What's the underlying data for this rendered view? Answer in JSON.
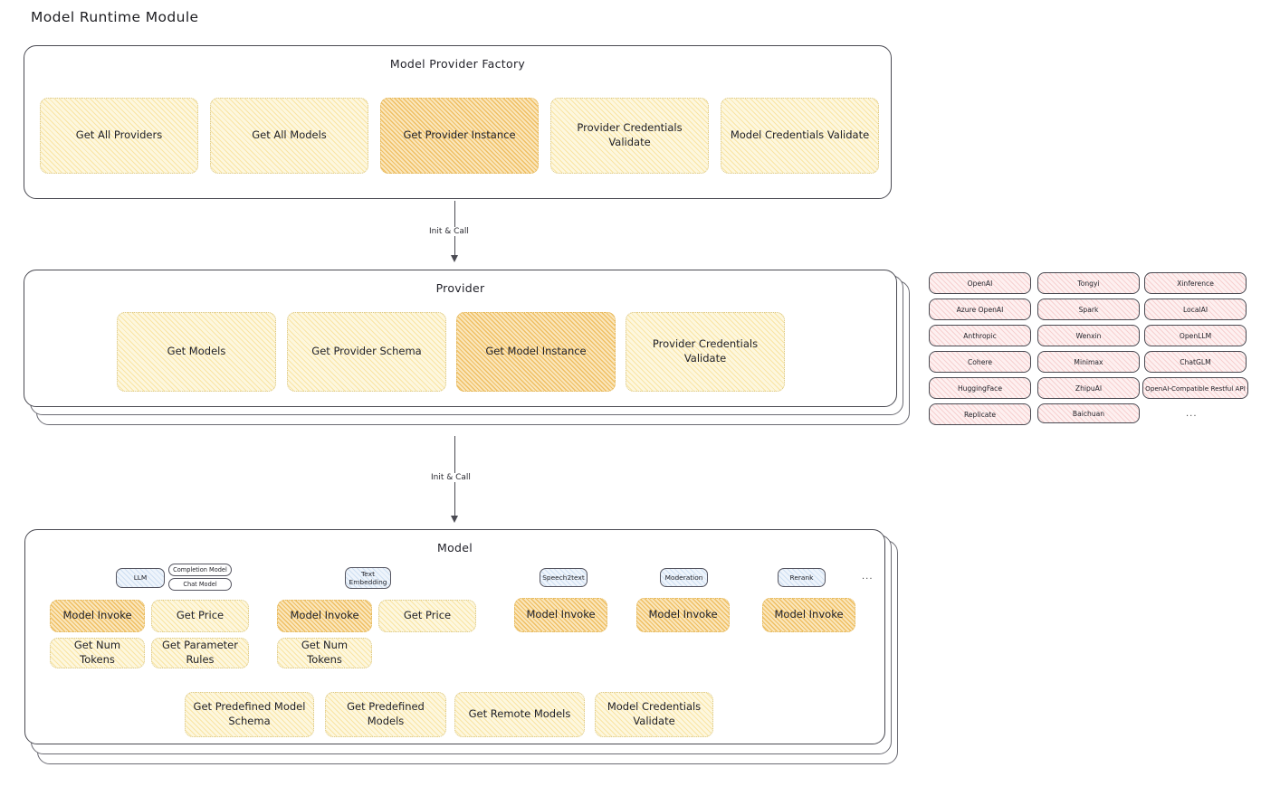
{
  "title": "Model Runtime Module",
  "arrows": [
    {
      "label": "Init & Call"
    },
    {
      "label": "Init & Call"
    }
  ],
  "factory": {
    "title": "Model Provider Factory",
    "boxes": [
      {
        "label": "Get All Providers",
        "highlight": false
      },
      {
        "label": "Get All Models",
        "highlight": false
      },
      {
        "label": "Get Provider Instance",
        "highlight": true
      },
      {
        "label": "Provider Credentials Validate",
        "highlight": false
      },
      {
        "label": "Model Credentials Validate",
        "highlight": false
      }
    ]
  },
  "provider": {
    "title": "Provider",
    "boxes": [
      {
        "label": "Get Models",
        "highlight": false
      },
      {
        "label": "Get Provider Schema",
        "highlight": false
      },
      {
        "label": "Get Model Instance",
        "highlight": true
      },
      {
        "label": "Provider Credentials Validate",
        "highlight": false
      }
    ]
  },
  "provider_list": {
    "ellipsis": "...",
    "columns": [
      [
        "OpenAI",
        "Azure OpenAI",
        "Anthropic",
        "Cohere",
        "HuggingFace",
        "Replicate"
      ],
      [
        "Tongyi",
        "Spark",
        "Wenxin",
        "Minimax",
        "ZhipuAI",
        "Baichuan"
      ],
      [
        "Xinference",
        "LocalAI",
        "OpenLLM",
        "ChatGLM",
        "OpenAI-Compatible Restful API"
      ]
    ]
  },
  "model": {
    "title": "Model",
    "ellipsis": "...",
    "types": [
      {
        "badge": "LLM",
        "sub_badges": [
          "Completion Model",
          "Chat Model"
        ],
        "methods": [
          {
            "label": "Model Invoke",
            "highlight": true
          },
          {
            "label": "Get Price",
            "highlight": false
          },
          {
            "label": "Get Num Tokens",
            "highlight": false
          },
          {
            "label": "Get Parameter Rules",
            "highlight": false
          }
        ]
      },
      {
        "badge": "Text Embedding",
        "sub_badges": [],
        "methods": [
          {
            "label": "Model Invoke",
            "highlight": true
          },
          {
            "label": "Get Price",
            "highlight": false
          },
          {
            "label": "Get Num Tokens",
            "highlight": false
          }
        ]
      },
      {
        "badge": "Speech2text",
        "sub_badges": [],
        "methods": [
          {
            "label": "Model Invoke",
            "highlight": true
          }
        ]
      },
      {
        "badge": "Moderation",
        "sub_badges": [],
        "methods": [
          {
            "label": "Model Invoke",
            "highlight": true
          }
        ]
      },
      {
        "badge": "Rerank",
        "sub_badges": [],
        "methods": [
          {
            "label": "Model Invoke",
            "highlight": true
          }
        ]
      }
    ],
    "common_methods": [
      "Get Predefined Model Schema",
      "Get Predefined Models",
      "Get Remote Models",
      "Model Credentials Validate"
    ]
  },
  "colors": {
    "box_fill": "#fdf7de",
    "box_fill_strong": "#fae6bb",
    "hachure": "#f2c94c",
    "provider_chip": "#fdf0f0",
    "provider_hachure": "#e57373",
    "badge_fill": "#eef4fb",
    "badge_hachure": "#5b96d3",
    "stroke": "#4a4a52"
  }
}
